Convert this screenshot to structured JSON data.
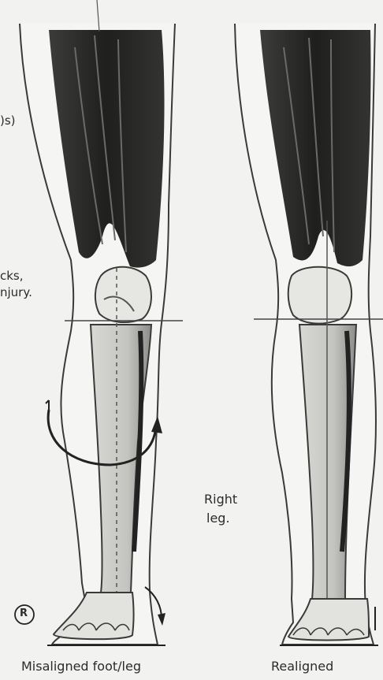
{
  "left_edge_text": [
    ")s)",
    "cks,",
    "njury."
  ],
  "side_label": [
    "Right",
    "leg."
  ],
  "circle_mark": "R",
  "captions": {
    "left": "Misaligned foot/leg",
    "right": "Realigned"
  },
  "colors": {
    "background": "#f2f2f0",
    "muscle": "#2a2a2a",
    "bone": "#eeeeea",
    "outline": "#3a3a3a",
    "shade": "#9a9a96"
  }
}
